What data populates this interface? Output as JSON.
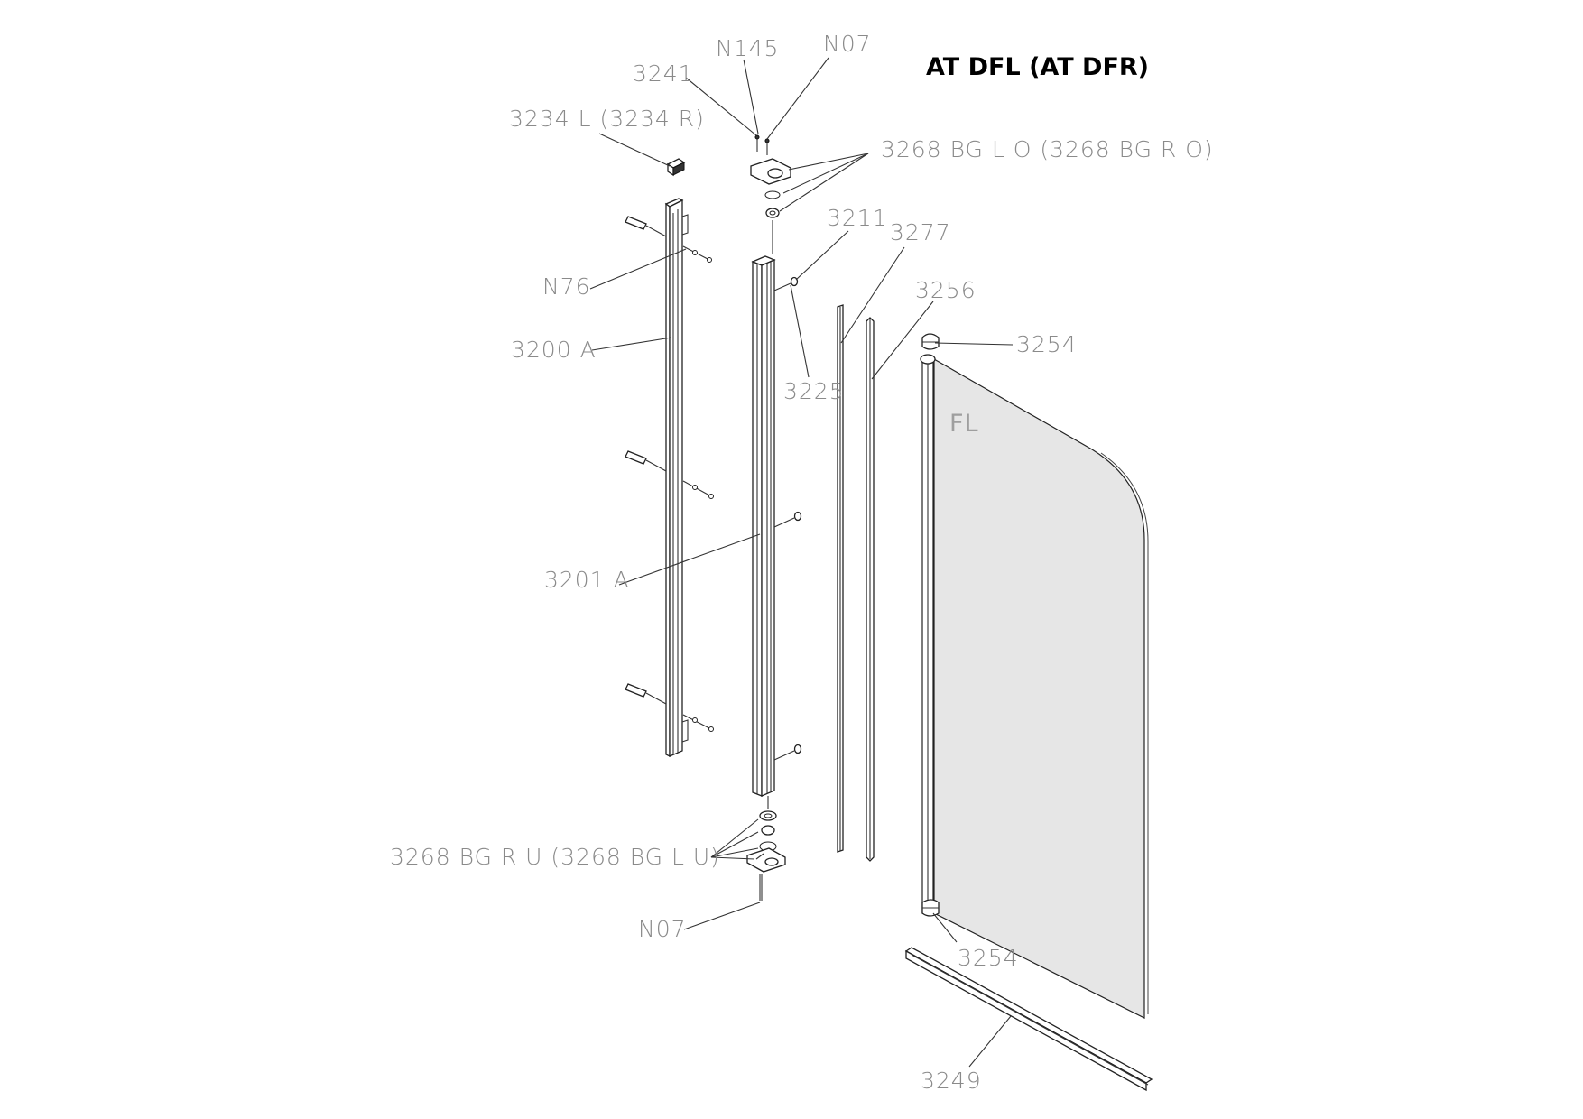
{
  "title": "AT DFL (AT DFR)",
  "glass_label": "FL",
  "labels": {
    "n145": "N145",
    "n07_top": "N07",
    "p3241": "3241",
    "p3234": "3234 L (3234 R)",
    "p3268_top": "3268 BG L O (3268 BG R O)",
    "p3211": "3211",
    "p3277": "3277",
    "n76": "N76",
    "p3256": "3256",
    "p3254_top": "3254",
    "p3200a": "3200 A",
    "p3225": "3225",
    "p3201a": "3201 A",
    "p3268_bottom": "3268 BG R U (3268 BG L U)",
    "n07_bottom": "N07",
    "p3254_bottom": "3254",
    "p3249": "3249"
  },
  "colors": {
    "glass_fill": "#e6e6e6",
    "label_gray": "#8a8a8a",
    "line": "#333333",
    "title": "#000000"
  }
}
